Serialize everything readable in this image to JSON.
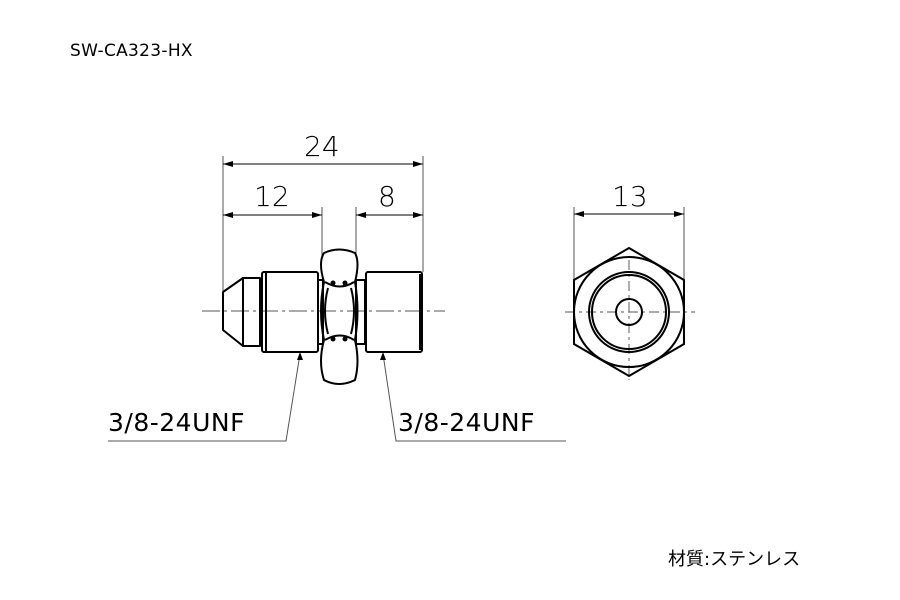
{
  "header": {
    "part_number": "SW-CA323-HX"
  },
  "dimensions": {
    "overall_length": "24",
    "left_length": "12",
    "right_length": "8",
    "hex_width": "13"
  },
  "callouts": {
    "left_thread": "3/8-24UNF",
    "right_thread": "3/8-24UNF"
  },
  "footer": {
    "material": "材質:ステンレス"
  },
  "colors": {
    "line": "#000000",
    "dim_line": "#555555",
    "center_line": "#777777",
    "background": "#ffffff"
  }
}
